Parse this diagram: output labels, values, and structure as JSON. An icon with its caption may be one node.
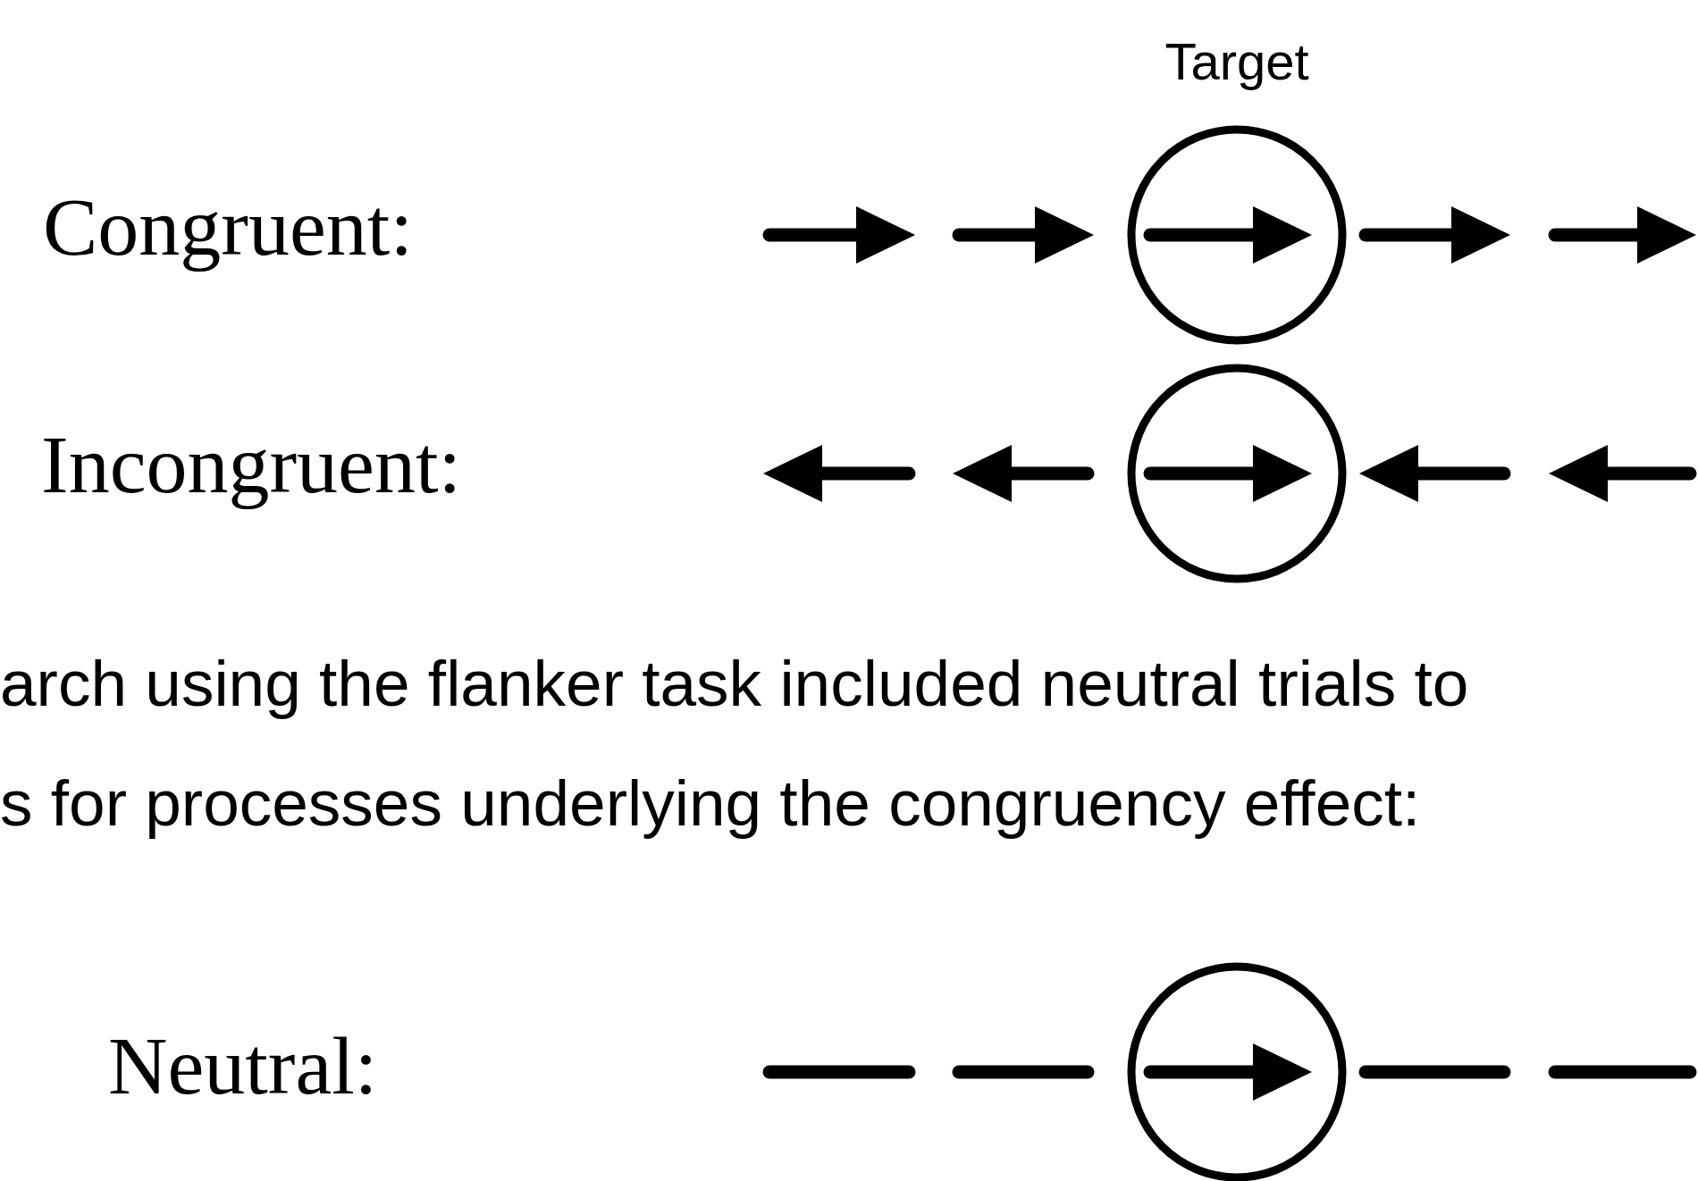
{
  "diagram": {
    "labels": [
      "Target",
      "Congruent:",
      "Incongruent:",
      "arch using the flanker task included neutral trials to",
      "s for processes underlying the congruency effect:",
      "Neutral:"
    ]
  }
}
